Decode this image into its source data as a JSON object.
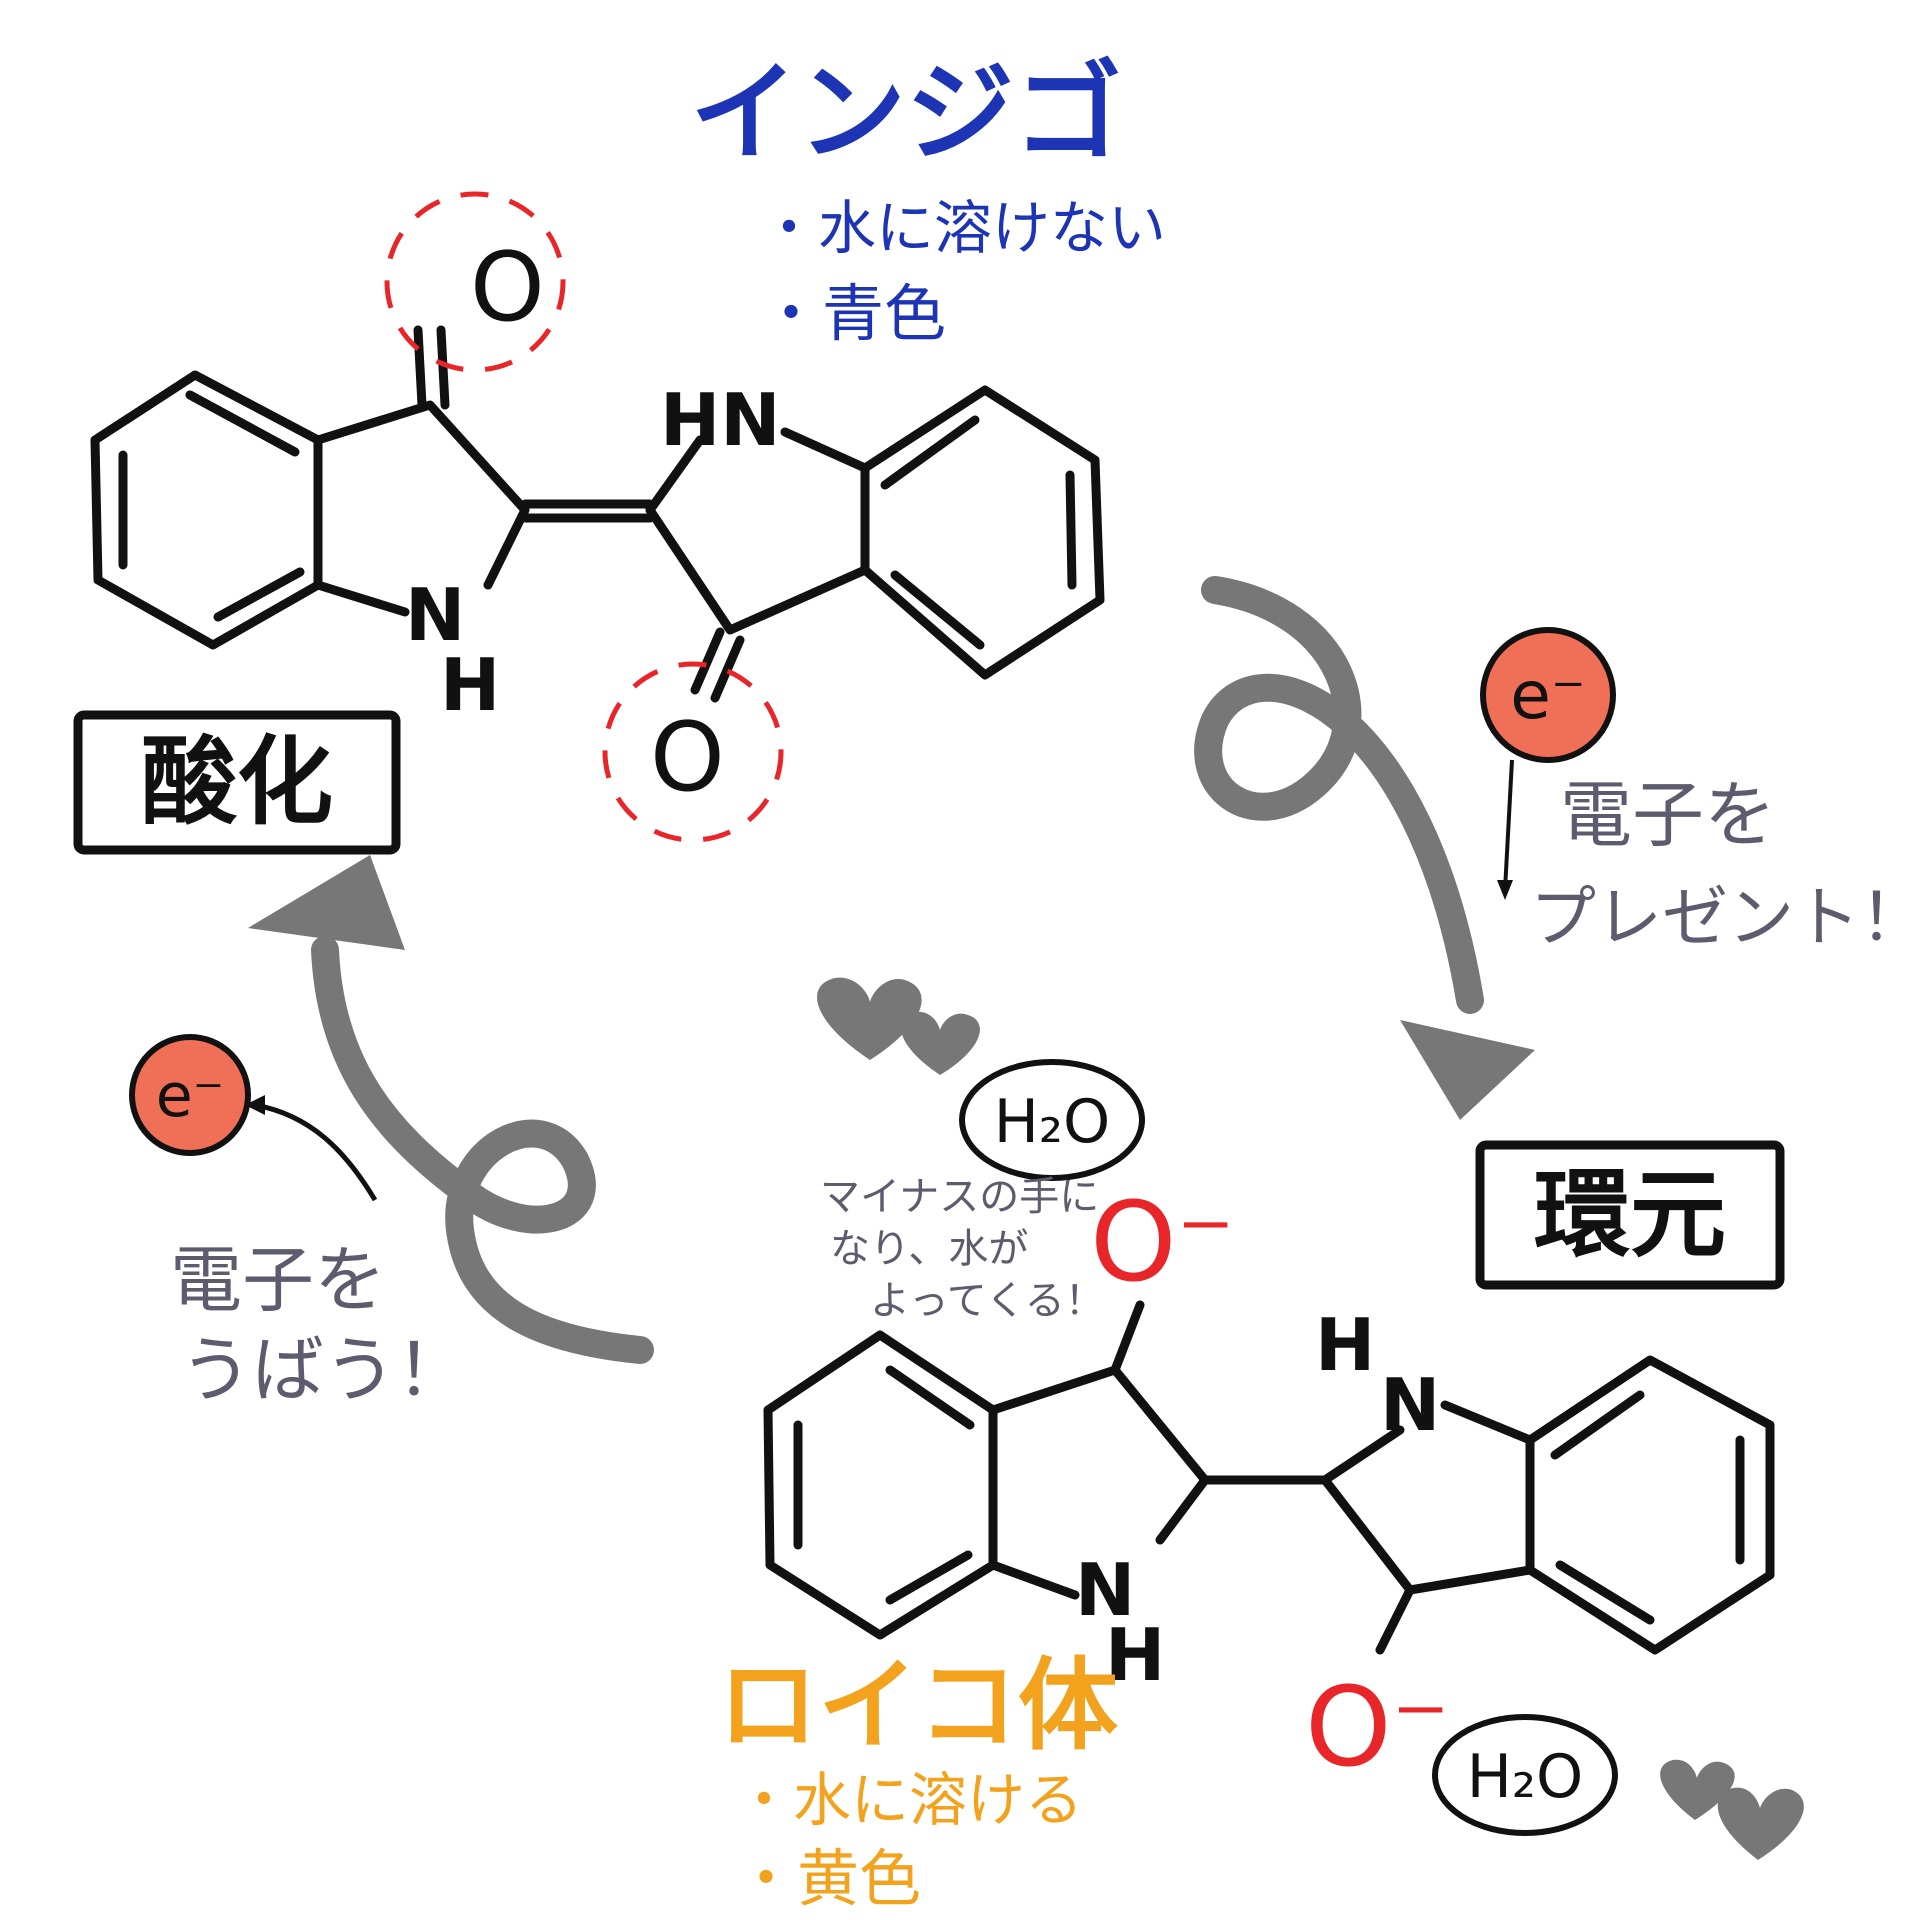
{
  "indigo": {
    "title": "インジゴ",
    "notes": [
      "・水に溶けない",
      "・青色"
    ],
    "color": "#1d35b5"
  },
  "leuco": {
    "title": "ロイコ体",
    "notes": [
      "・水に溶ける",
      "・黄色"
    ],
    "color": "#f2a21d"
  },
  "boxes": {
    "oxidation": "酸化",
    "reduction": "環元"
  },
  "reduction_note": {
    "electron": "e⁻",
    "line1": "電子を",
    "line2": "プレゼント！"
  },
  "oxidation_note": {
    "electron": "e⁻",
    "line1": "電子を",
    "line2": "うばう！"
  },
  "water_note": {
    "line1": "マイナスの手に",
    "line2": "なり、水が",
    "line3": "よってくる！"
  },
  "water_label": "H₂O",
  "atoms": {
    "O": "O",
    "HN": "HN",
    "N": "N",
    "H": "H",
    "O_minus": "O⁻"
  },
  "colors": {
    "arrow": "#777777",
    "electron": "#ef6f57",
    "highlight_red": "#e8262a",
    "note_text": "#5c5c6e"
  }
}
